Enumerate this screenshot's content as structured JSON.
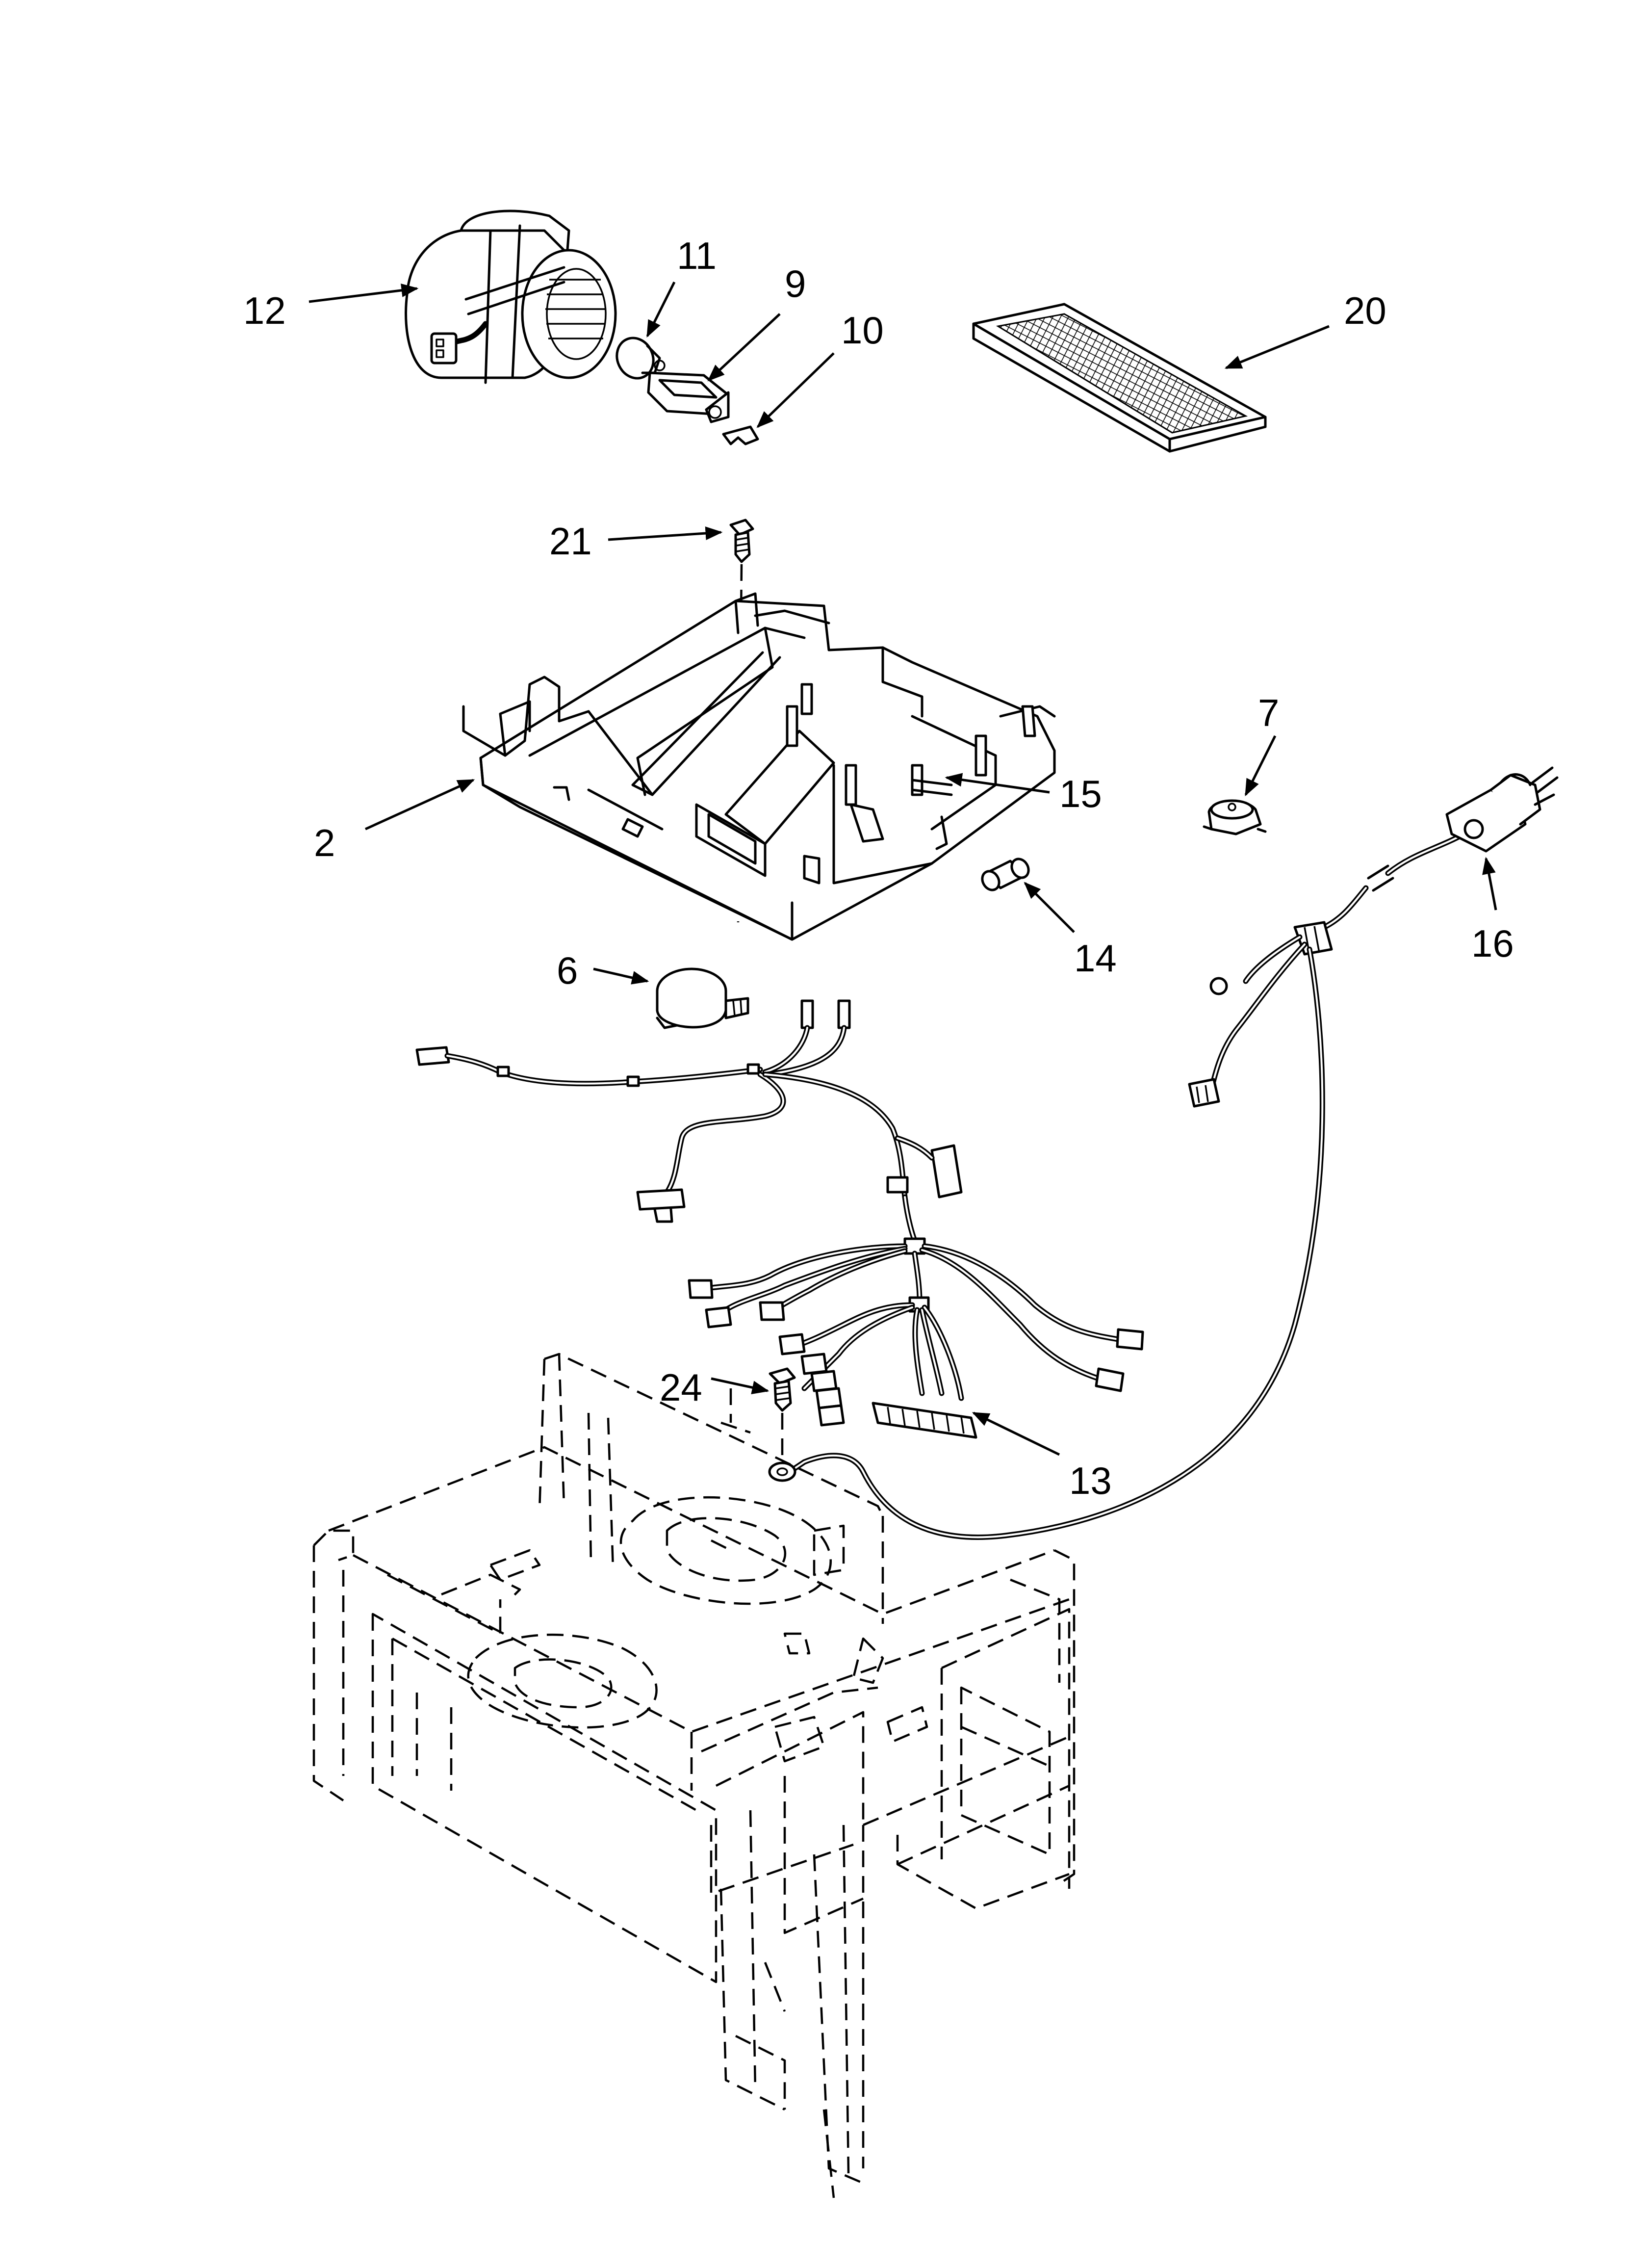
{
  "callouts": [
    {
      "id": "12",
      "label": "12"
    },
    {
      "id": "11",
      "label": "11"
    },
    {
      "id": "9",
      "label": "9"
    },
    {
      "id": "10",
      "label": "10"
    },
    {
      "id": "20",
      "label": "20"
    },
    {
      "id": "21",
      "label": "21"
    },
    {
      "id": "7",
      "label": "7"
    },
    {
      "id": "2",
      "label": "2"
    },
    {
      "id": "15",
      "label": "15"
    },
    {
      "id": "16",
      "label": "16"
    },
    {
      "id": "14",
      "label": "14"
    },
    {
      "id": "6",
      "label": "6"
    },
    {
      "id": "24",
      "label": "24"
    },
    {
      "id": "13",
      "label": "13"
    }
  ]
}
